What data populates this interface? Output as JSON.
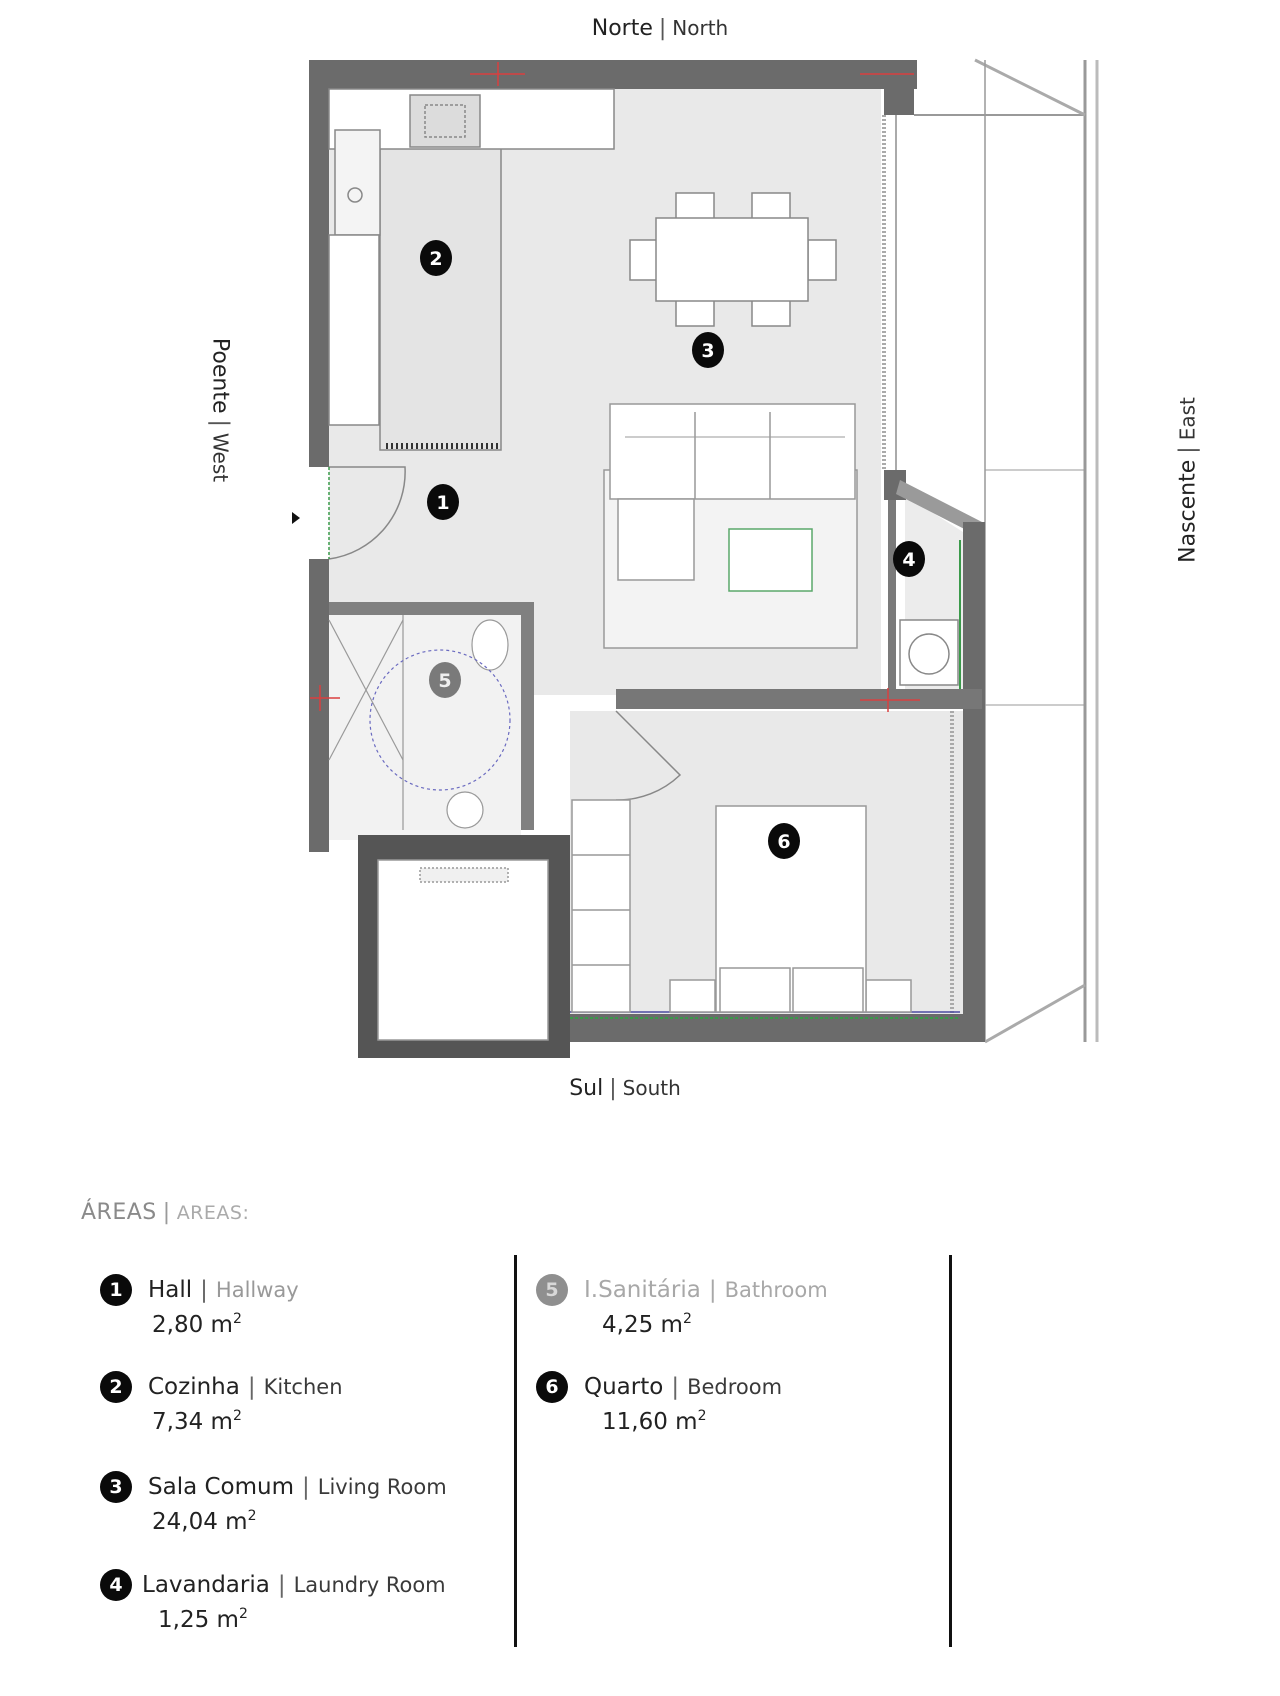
{
  "compass": {
    "north": {
      "pt": "Norte",
      "en": "North"
    },
    "south": {
      "pt": "Sul",
      "en": "South"
    },
    "west": {
      "pt": "Poente",
      "en": "West"
    },
    "east": {
      "pt": "Nascente",
      "en": "East"
    }
  },
  "plan": {
    "room_markers": [
      {
        "number": "1",
        "room": "Hall"
      },
      {
        "number": "2",
        "room": "Cozinha"
      },
      {
        "number": "3",
        "room": "Sala Comum"
      },
      {
        "number": "4",
        "room": "Lavandaria"
      },
      {
        "number": "5",
        "room": "I.Sanitária"
      },
      {
        "number": "6",
        "room": "Quarto"
      }
    ],
    "colors": {
      "wall": "#6b6b6b",
      "floor": "#e9e9e9",
      "furniture": "#ffffff",
      "marker": "#0a0a0a",
      "accent_red": "#d94040",
      "accent_green": "#3a9a4a"
    }
  },
  "legend": {
    "title_pt": "ÁREAS",
    "title_en": "AREAS:",
    "items": [
      {
        "number": "1",
        "pt": "Hall",
        "en": "Hallway",
        "area": "2,80 m",
        "unit_sup": "2"
      },
      {
        "number": "2",
        "pt": "Cozinha",
        "en": "Kitchen",
        "area": "7,34 m",
        "unit_sup": "2"
      },
      {
        "number": "3",
        "pt": "Sala Comum",
        "en": "Living Room",
        "area": "24,04 m",
        "unit_sup": "2"
      },
      {
        "number": "4",
        "pt": "Lavandaria",
        "en": "Laundry Room",
        "area": "1,25 m",
        "unit_sup": "2"
      },
      {
        "number": "5",
        "pt": "I.Sanitária",
        "en": "Bathroom",
        "area": "4,25 m",
        "unit_sup": "2"
      },
      {
        "number": "6",
        "pt": "Quarto",
        "en": "Bedroom",
        "area": "11,60 m",
        "unit_sup": "2"
      }
    ]
  }
}
